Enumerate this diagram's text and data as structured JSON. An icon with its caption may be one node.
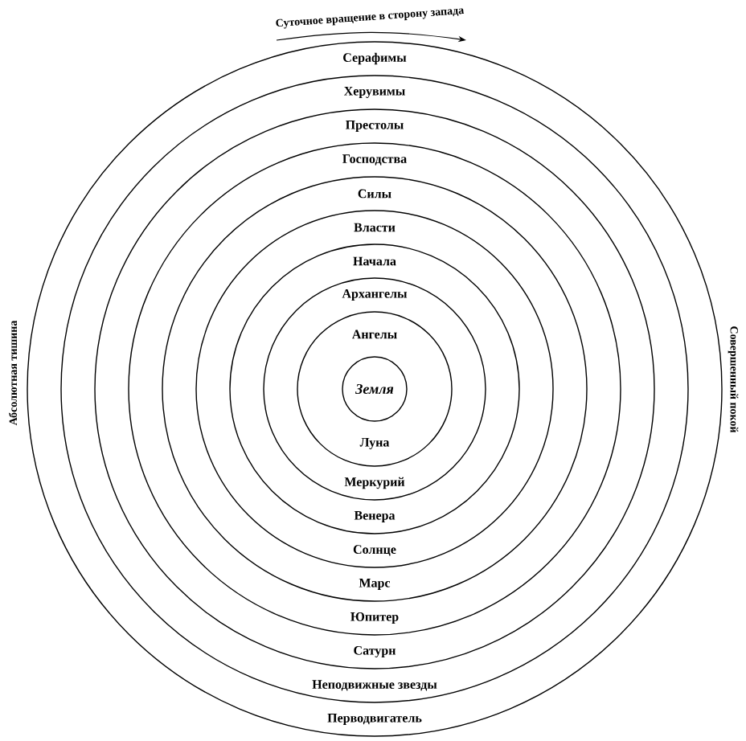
{
  "diagram": {
    "nodes": [
      {
        "text": [
          "Серафимы",
          "Перводвигатель"
        ]
      },
      {
        "text": [
          "Херувимы",
          "Неподвижные звезды"
        ],
        "in": 0
      },
      {
        "text": [
          "Престолы",
          "Сатурн"
        ],
        "in": 1
      },
      {
        "text": [
          "Господства",
          "Юпитер"
        ],
        "in": 2
      },
      {
        "text": [
          "Силы",
          "Марс"
        ],
        "in": 3
      },
      {
        "text": [
          "Власти",
          "Солнце"
        ],
        "in": 4
      },
      {
        "text": [
          "Начала",
          "Венера"
        ],
        "in": 5
      },
      {
        "text": [
          "Архангелы",
          "Меркурий"
        ],
        "in": 6
      },
      {
        "text": [
          "Ангелы",
          "Луна"
        ],
        "in": 7
      },
      {
        "text": [
          "Земля"
        ],
        "in": 8
      }
    ],
    "labels": [
      "Суточное вращение в сторону запада",
      "Абсолютная тишина",
      "Совершенный покой"
    ]
  }
}
